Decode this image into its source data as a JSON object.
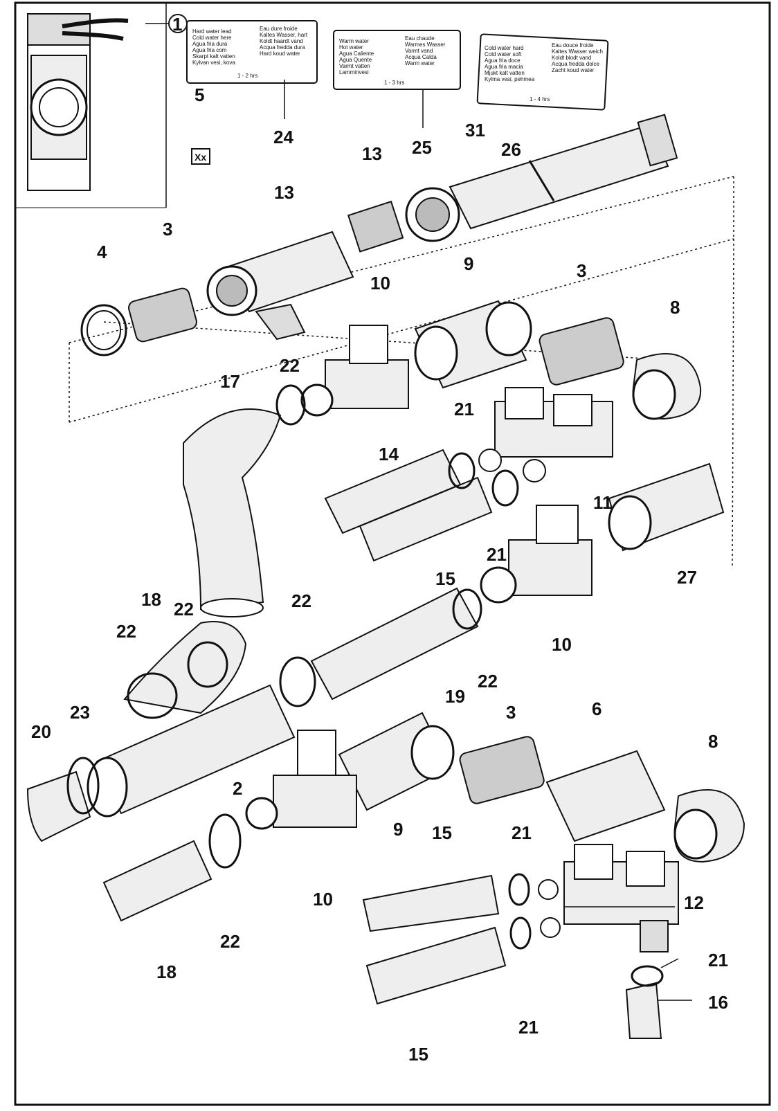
{
  "diagram": {
    "callouts": [
      {
        "id": "c1",
        "text": "1"
      },
      {
        "id": "c2",
        "text": "2"
      },
      {
        "id": "c3a",
        "text": "3"
      },
      {
        "id": "c3b",
        "text": "3"
      },
      {
        "id": "c3c",
        "text": "3"
      },
      {
        "id": "c4",
        "text": "4"
      },
      {
        "id": "c5",
        "text": "5"
      },
      {
        "id": "c6",
        "text": "6"
      },
      {
        "id": "c8a",
        "text": "8"
      },
      {
        "id": "c8b",
        "text": "8"
      },
      {
        "id": "c9a",
        "text": "9"
      },
      {
        "id": "c9b",
        "text": "9"
      },
      {
        "id": "c10a",
        "text": "10"
      },
      {
        "id": "c10b",
        "text": "10"
      },
      {
        "id": "c10c",
        "text": "10"
      },
      {
        "id": "c11",
        "text": "11"
      },
      {
        "id": "c12",
        "text": "12"
      },
      {
        "id": "c13a",
        "text": "13"
      },
      {
        "id": "c13b",
        "text": "13"
      },
      {
        "id": "c14",
        "text": "14"
      },
      {
        "id": "c15a",
        "text": "15"
      },
      {
        "id": "c15b",
        "text": "15"
      },
      {
        "id": "c15c",
        "text": "15"
      },
      {
        "id": "c16",
        "text": "16"
      },
      {
        "id": "c17",
        "text": "17"
      },
      {
        "id": "c18a",
        "text": "18"
      },
      {
        "id": "c18b",
        "text": "18"
      },
      {
        "id": "c19",
        "text": "19"
      },
      {
        "id": "c20",
        "text": "20"
      },
      {
        "id": "c21a",
        "text": "21"
      },
      {
        "id": "c21b",
        "text": "21"
      },
      {
        "id": "c21c",
        "text": "21"
      },
      {
        "id": "c21d",
        "text": "21"
      },
      {
        "id": "c21e",
        "text": "21"
      },
      {
        "id": "c22a",
        "text": "22"
      },
      {
        "id": "c22b",
        "text": "22"
      },
      {
        "id": "c22c",
        "text": "22"
      },
      {
        "id": "c22d",
        "text": "22"
      },
      {
        "id": "c22e",
        "text": "22"
      },
      {
        "id": "c22f",
        "text": "22"
      },
      {
        "id": "c23",
        "text": "23"
      },
      {
        "id": "c24",
        "text": "24"
      },
      {
        "id": "c25",
        "text": "25"
      },
      {
        "id": "c26",
        "text": "26"
      },
      {
        "id": "c27",
        "text": "27"
      },
      {
        "id": "c31",
        "text": "31"
      }
    ],
    "plates": [
      {
        "left": [
          "Hard water lead",
          "Cold water here",
          "Agua fria dura",
          "Agua fria com",
          "Skarpt kalt vatten",
          "Kylvan vesi, kova"
        ],
        "right": [
          "Eau dure froide",
          "Kaltes Wasser, hart",
          "Koldt haardt vand",
          "Acqua fredda dura",
          "Hard koud water"
        ],
        "footer": "1 - 2 hrs"
      },
      {
        "left": [
          "Warm water",
          "Hot water",
          "Agua Caliente",
          "Agua Quente",
          "Varmt vatten",
          "Lamminvesi"
        ],
        "right": [
          "Eau chaude",
          "Warmes Wasser",
          "Varmt vand",
          "Acqua Calda",
          "Warm water"
        ],
        "footer": "1 - 3 hrs"
      },
      {
        "left": [
          "Cold water hard",
          "Cold water soft",
          "Agua fria doce",
          "Agua fria macia",
          "Mjukt kalt vatten",
          "Kylma vesi, pehmea"
        ],
        "right": [
          "Eau douce froide",
          "Kaltes Wasser weich",
          "Koldt blodt vand",
          "Acqua fredda dolce",
          "Zacht koud water"
        ],
        "footer": "1 - 4 hrs"
      }
    ],
    "symbol5": "Xx"
  }
}
